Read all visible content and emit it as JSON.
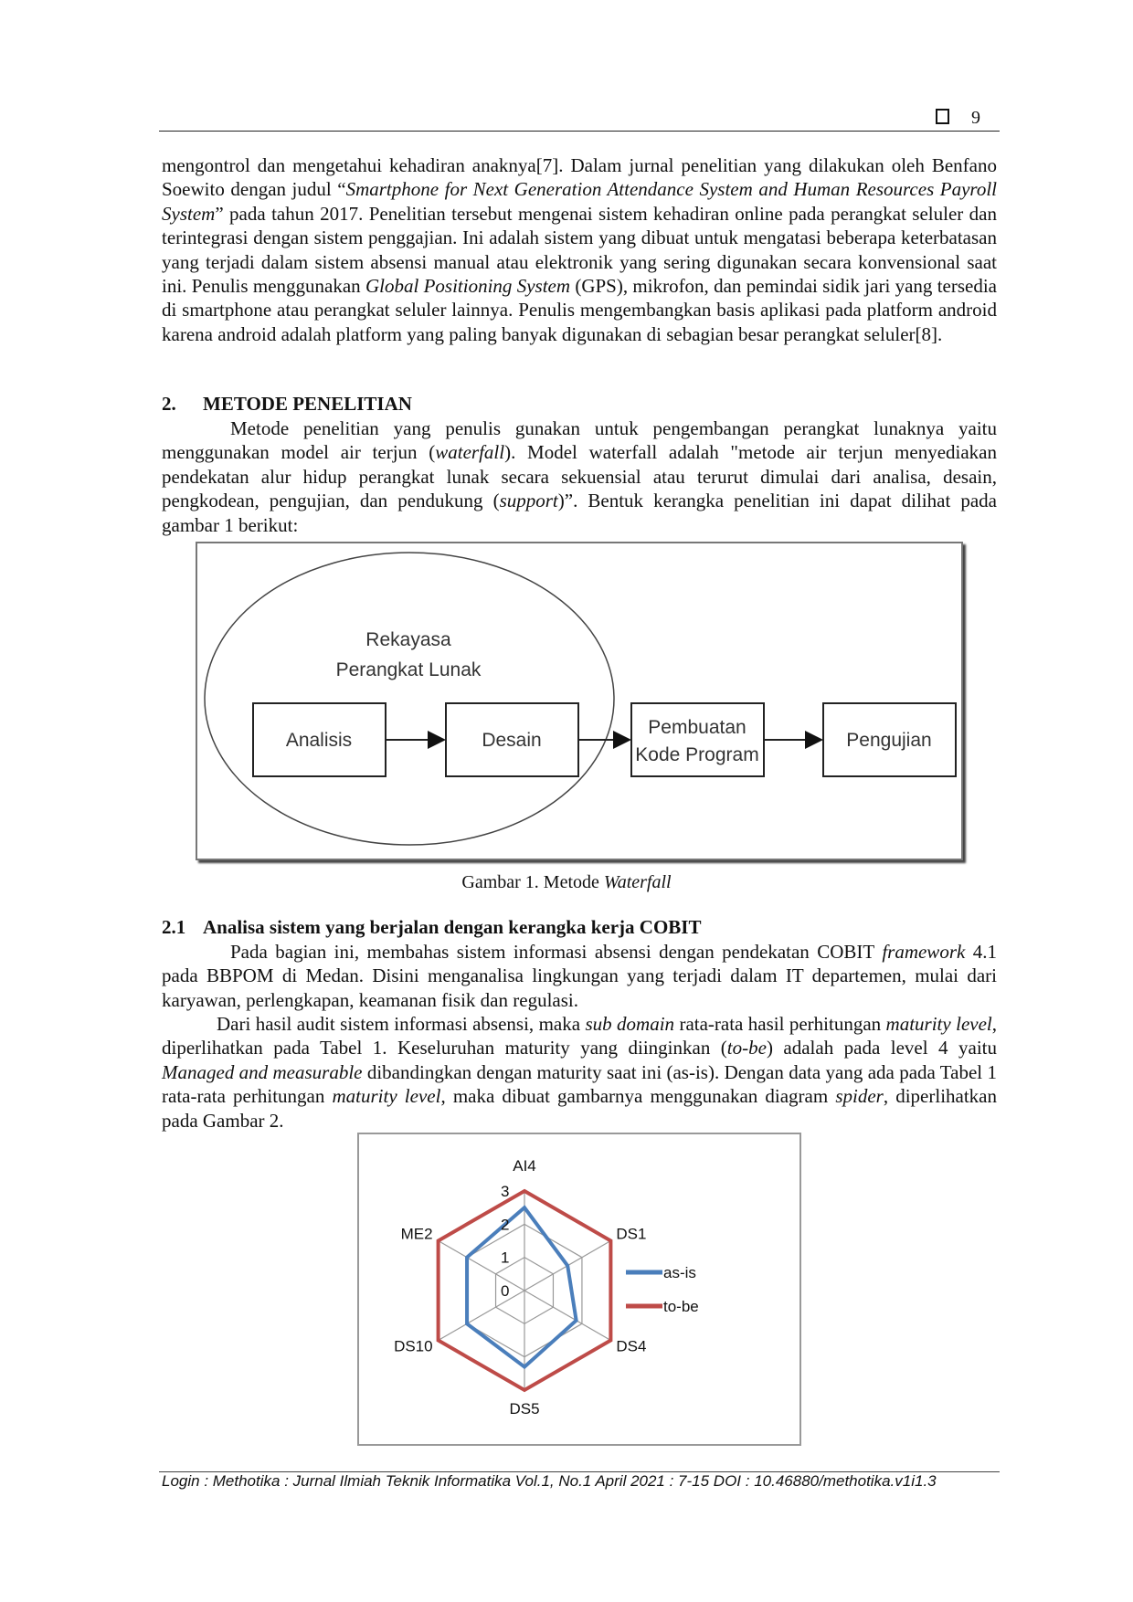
{
  "header": {
    "page_number": "9"
  },
  "paragraphs": {
    "p1": [
      {
        "t": "mengontrol dan mengetahui kehadiran anaknya[7]. Dalam jurnal penelitian yang dilakukan oleh Benfano Soewito dengan judul “"
      },
      {
        "t": "Smartphone for Next Generation Attendance System and Human Resources Payroll System",
        "i": true
      },
      {
        "t": "” pada tahun 2017. Penelitian tersebut mengenai sistem kehadiran online pada perangkat seluler dan terintegrasi dengan sistem penggajian. Ini adalah sistem yang dibuat untuk mengatasi beberapa keterbatasan yang terjadi dalam sistem absensi manual atau elektronik yang sering digunakan secara konvensional saat ini. Penulis menggunakan "
      },
      {
        "t": "Global Positioning System",
        "i": true
      },
      {
        "t": " (GPS), mikrofon, dan pemindai sidik jari yang tersedia di smartphone atau perangkat seluler lainnya. Penulis mengembangkan basis aplikasi pada platform android karena android adalah platform yang paling banyak digunakan di sebagian besar perangkat seluler[8]."
      }
    ],
    "p2": [
      {
        "t": "Metode penelitian yang penulis gunakan untuk pengembangan perangkat lunaknya yaitu menggunakan model air terjun ("
      },
      {
        "t": "waterfall",
        "i": true
      },
      {
        "t": "). Model waterfall adalah \"metode air terjun menyediakan pendekatan alur hidup perangkat lunak secara sekuensial atau terurut dimulai dari analisa, desain, pengkodean, pengujian, dan pendukung ("
      },
      {
        "t": "support",
        "i": true
      },
      {
        "t": ")”. Bentuk kerangka penelitian ini dapat dilihat pada gambar 1 berikut:"
      }
    ],
    "p3": [
      {
        "t": "Pada bagian ini, membahas sistem informasi absensi dengan pendekatan COBIT "
      },
      {
        "t": "framework",
        "i": true
      },
      {
        "t": " 4.1 pada BBPOM di Medan. Disini menganalisa lingkungan yang terjadi dalam IT departemen, mulai dari karyawan, perlengkapan, keamanan fisik dan regulasi."
      }
    ],
    "p4": [
      {
        "t": "Dari hasil audit sistem informasi absensi, maka "
      },
      {
        "t": "sub domain",
        "i": true
      },
      {
        "t": " rata-rata hasil perhitungan "
      },
      {
        "t": "maturity level",
        "i": true
      },
      {
        "t": ", diperlihatkan pada Tabel 1. Keseluruhan maturity yang diinginkan ("
      },
      {
        "t": "to-be",
        "i": true
      },
      {
        "t": ") adalah pada level 4 yaitu "
      },
      {
        "t": "Managed and measurable",
        "i": true
      },
      {
        "t": " dibandingkan dengan maturity saat ini (as-is). Dengan data yang ada pada Tabel 1 rata-rata perhitungan "
      },
      {
        "t": "maturity level",
        "i": true
      },
      {
        "t": ", maka dibuat gambarnya menggunakan diagram "
      },
      {
        "t": "spider",
        "i": true
      },
      {
        "t": ", diperlihatkan pada Gambar 2."
      }
    ]
  },
  "headings": {
    "h2": {
      "num": "2.",
      "title": "METODE PENELITIAN"
    },
    "h21": {
      "num": "2.1",
      "title": "Analisa sistem yang berjalan dengan kerangka kerja COBIT"
    }
  },
  "figure1": {
    "group_label_1": "Rekayasa",
    "group_label_2": "Perangkat Lunak",
    "steps": [
      "Analisis",
      "Desain",
      "Pembuatan Kode Program",
      "Pengujian"
    ],
    "step3_line1": "Pembuatan",
    "step3_line2": "Kode Program",
    "caption_prefix": "Gambar 1. Metode ",
    "caption_italic": "Waterfall"
  },
  "chart_data": {
    "type": "radar",
    "categories": [
      "AI4",
      "DS1",
      "DS4",
      "DS5",
      "DS10",
      "ME2"
    ],
    "series": [
      {
        "name": "as-is",
        "color": "#4a7ebb",
        "values": [
          2.5,
          1.5,
          1.8,
          2.3,
          2.0,
          2.0
        ]
      },
      {
        "name": "to-be",
        "color": "#be4b48",
        "values": [
          3,
          3,
          3,
          3,
          3,
          3
        ]
      }
    ],
    "rlim": [
      0,
      3
    ],
    "ticks": [
      "0",
      "1",
      "2",
      "3"
    ],
    "legend": "right",
    "grid": true
  },
  "footer": {
    "text": "Login : Methotika : Jurnal Ilmiah Teknik Informatika Vol.1, No.1 April 2021 : 7-15 DOI : 10.46880/methotika.v1i1.3"
  }
}
